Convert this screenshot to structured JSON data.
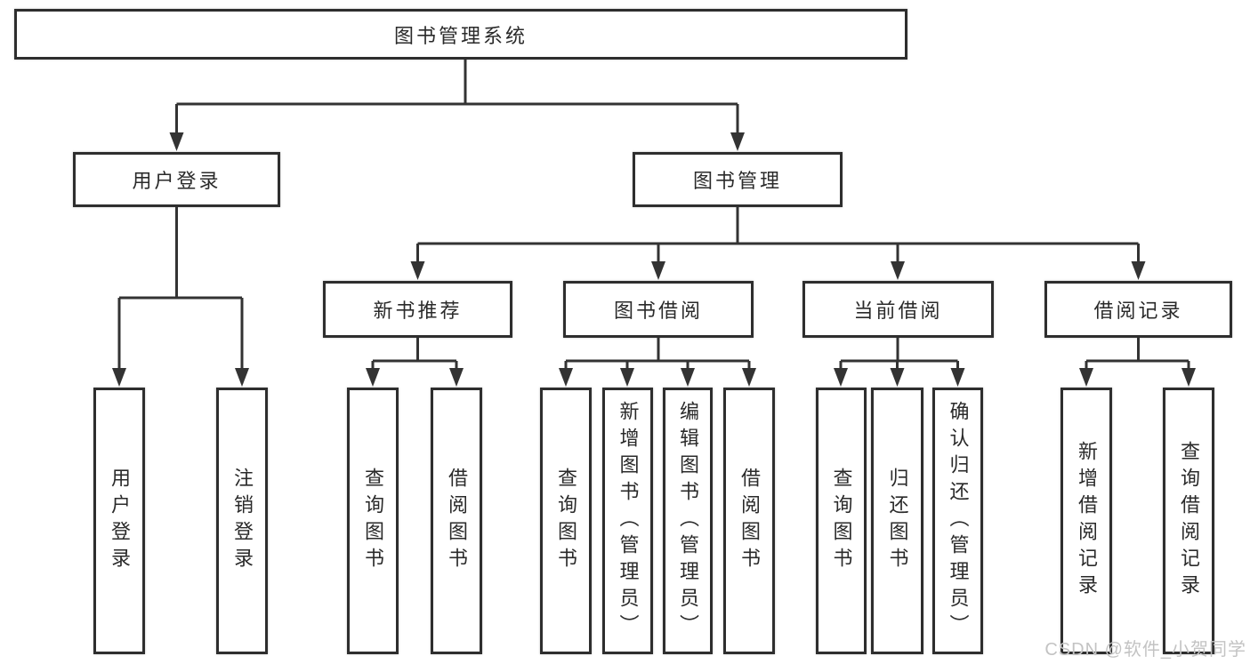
{
  "diagram": {
    "type": "hierarchy-tree",
    "nodes": {
      "root": {
        "label": "图书管理系统"
      },
      "user_login": {
        "label": "用户登录"
      },
      "book_mgmt": {
        "label": "图书管理"
      },
      "new_book_rec": {
        "label": "新书推荐"
      },
      "book_borrow": {
        "label": "图书借阅"
      },
      "current_borrow": {
        "label": "当前借阅"
      },
      "borrow_record": {
        "label": "借阅记录"
      },
      "leaf_user_login": {
        "label": "用户登录"
      },
      "leaf_logout": {
        "label": "注销登录"
      },
      "leaf_query_book_rec": {
        "label": "查询图书"
      },
      "leaf_borrow_book_rec": {
        "label": "借阅图书"
      },
      "leaf_query_book_borrow": {
        "label": "查询图书"
      },
      "leaf_add_book_admin": {
        "label": "新增图书（管理员）"
      },
      "leaf_edit_book_admin": {
        "label": "编辑图书（管理员）"
      },
      "leaf_borrow_book_borrow": {
        "label": "借阅图书"
      },
      "leaf_query_book_current": {
        "label": "查询图书"
      },
      "leaf_return_book": {
        "label": "归还图书"
      },
      "leaf_confirm_return_admin": {
        "label": "确认归还（管理员）"
      },
      "leaf_add_borrow_record": {
        "label": "新增借阅记录"
      },
      "leaf_query_borrow_record": {
        "label": "查询借阅记录"
      }
    },
    "edges": [
      [
        "图书管理系统",
        "用户登录"
      ],
      [
        "图书管理系统",
        "图书管理"
      ],
      [
        "用户登录",
        "用户登录"
      ],
      [
        "用户登录",
        "注销登录"
      ],
      [
        "图书管理",
        "新书推荐"
      ],
      [
        "图书管理",
        "图书借阅"
      ],
      [
        "图书管理",
        "当前借阅"
      ],
      [
        "图书管理",
        "借阅记录"
      ],
      [
        "新书推荐",
        "查询图书"
      ],
      [
        "新书推荐",
        "借阅图书"
      ],
      [
        "图书借阅",
        "查询图书"
      ],
      [
        "图书借阅",
        "新增图书（管理员）"
      ],
      [
        "图书借阅",
        "编辑图书（管理员）"
      ],
      [
        "图书借阅",
        "借阅图书"
      ],
      [
        "当前借阅",
        "查询图书"
      ],
      [
        "当前借阅",
        "归还图书"
      ],
      [
        "当前借阅",
        "确认归还（管理员）"
      ],
      [
        "借阅记录",
        "新增借阅记录"
      ],
      [
        "借阅记录",
        "查询借阅记录"
      ]
    ],
    "colors": {
      "line": "#333333",
      "box_border": "#2e2e2e",
      "text": "#2a2a2a",
      "background": "#ffffff",
      "watermark": "#c3c3c3"
    }
  },
  "watermark": {
    "text": "CSDN @软件_小贺同学"
  }
}
